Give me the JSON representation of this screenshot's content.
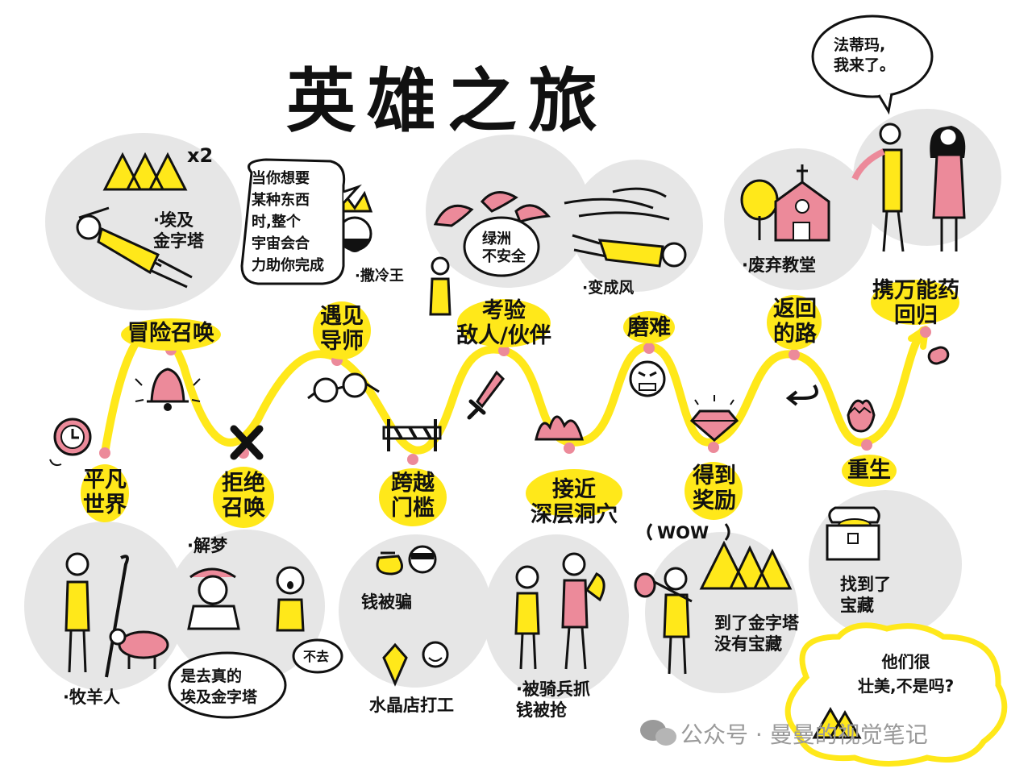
{
  "title": "英雄之旅",
  "colors": {
    "yellow": "#ffe81a",
    "pink": "#ec8a9a",
    "gray": "#e6e6e6",
    "ink": "#111111"
  },
  "stages": [
    {
      "id": "ordinary-world",
      "label_lines": [
        "平凡",
        "世界"
      ]
    },
    {
      "id": "call-to-adventure",
      "label_lines": [
        "冒险召唤"
      ]
    },
    {
      "id": "refusal",
      "label_lines": [
        "拒绝",
        "召唤"
      ]
    },
    {
      "id": "meeting-mentor",
      "label_lines": [
        "遇见",
        "导师"
      ]
    },
    {
      "id": "crossing-threshold",
      "label_lines": [
        "跨越",
        "门槛"
      ]
    },
    {
      "id": "tests-allies-enemies",
      "label_lines": [
        "考验",
        "敌人/伙伴"
      ]
    },
    {
      "id": "approach-cave",
      "label_lines": [
        "接近",
        "深层洞穴"
      ]
    },
    {
      "id": "ordeal",
      "label_lines": [
        "磨难"
      ]
    },
    {
      "id": "reward",
      "label_lines": [
        "得到",
        "奖励"
      ]
    },
    {
      "id": "road-back",
      "label_lines": [
        "返回",
        "的路"
      ]
    },
    {
      "id": "resurrection",
      "label_lines": [
        "重生"
      ]
    },
    {
      "id": "return-elixir",
      "label_lines": [
        "携万能药",
        "回归"
      ]
    }
  ],
  "notes": {
    "x2": "x2",
    "pyramid_dream": [
      "·埃及",
      "金字塔"
    ],
    "king_speech": [
      "当你想要",
      "某种东西",
      "时,整个",
      "宇宙会合",
      "力助你完成"
    ],
    "king_name": "·撒冷王",
    "oasis": [
      "绿洲",
      "不安全"
    ],
    "wind": "·变成风",
    "church": "·废弃教堂",
    "fatima": [
      "法蒂玛,",
      "我来了。"
    ],
    "shepherd": "·牧羊人",
    "dream_reading": "·解梦",
    "is_it_real": [
      "是去真的",
      "埃及金字塔"
    ],
    "not_going": "不去",
    "cheated": "钱被骗",
    "crystal_shop": "水晶店打工",
    "caught": [
      "·被骑兵抓",
      "钱被抢"
    ],
    "wow": "WOW",
    "no_treasure": [
      "到了金字塔",
      "没有宝藏"
    ],
    "found_treasure": [
      "找到了",
      "宝藏"
    ],
    "magnificent": [
      "他们很",
      "壮美,不是吗?"
    ]
  },
  "watermark": "公众号 · 曼曼的视觉笔记"
}
